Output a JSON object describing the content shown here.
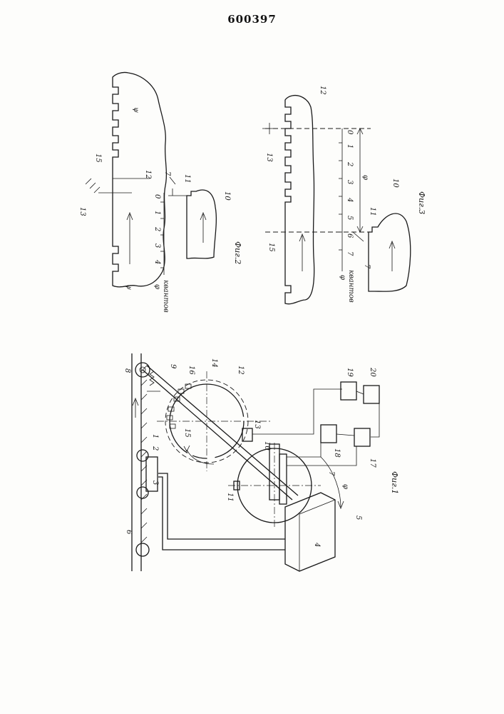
{
  "document_number": "600397",
  "figures": {
    "fig1": {
      "caption": "Фиг.1"
    },
    "fig2": {
      "caption": "Фиг.2",
      "scale_ticks": [
        "0",
        "1",
        "2",
        "3",
        "4"
      ],
      "phi": "φ",
      "unit": "квантов"
    },
    "fig3": {
      "caption": "Фиг.3",
      "scale_ticks": [
        "0",
        "1",
        "2",
        "3",
        "4",
        "5",
        "6",
        "7"
      ],
      "phi": "φ",
      "unit": "квантов"
    }
  },
  "labels": {
    "fig1": [
      "1",
      "2",
      "3",
      "4",
      "5",
      "6",
      "7",
      "8",
      "9",
      "10",
      "11",
      "12",
      "13",
      "14",
      "15",
      "16",
      "17",
      "18",
      "19",
      "20",
      "φ"
    ],
    "fig2": [
      "15",
      "12",
      "13",
      "7",
      "11",
      "10",
      "ψ",
      "ψ"
    ],
    "fig3": [
      "12",
      "15",
      "13",
      "7",
      "11",
      "10",
      "φ"
    ]
  }
}
